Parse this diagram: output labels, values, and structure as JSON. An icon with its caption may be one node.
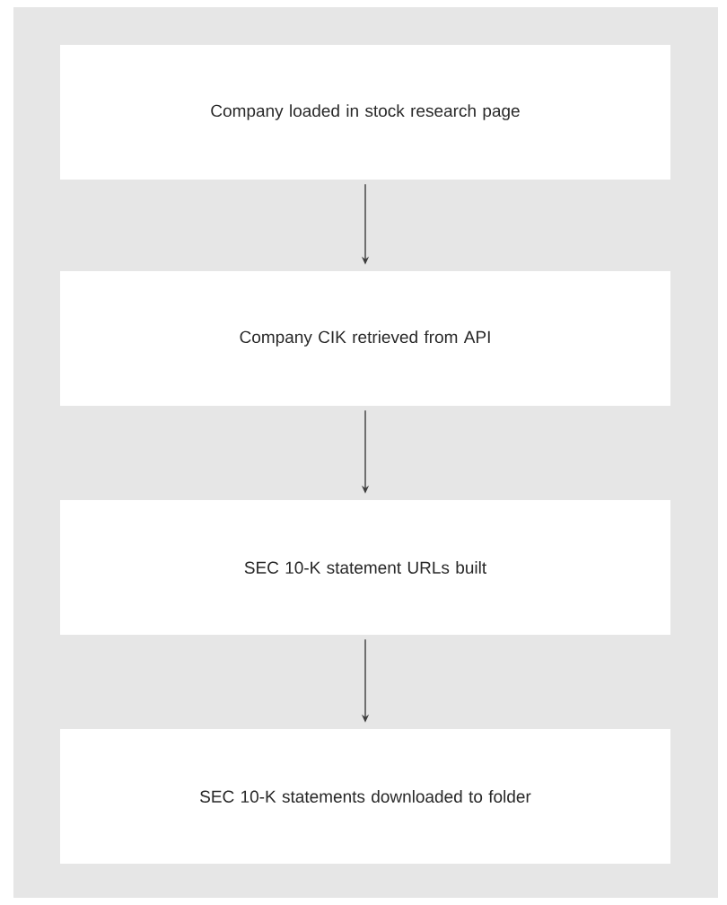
{
  "diagram": {
    "nodes": [
      {
        "text": [
          "Company loaded in stock research page"
        ]
      },
      {
        "text": [
          "Company CIK retrieved from API"
        ]
      },
      {
        "text": [
          "SEC 10-K statement URLs built"
        ]
      },
      {
        "text": [
          "SEC 10-K statements downloaded to folder"
        ]
      }
    ],
    "edges": [
      {
        "from": 0,
        "to": 1,
        "arrow": "to"
      },
      {
        "from": 1,
        "to": 2,
        "arrow": "to"
      },
      {
        "from": 2,
        "to": 3,
        "arrow": "to"
      }
    ]
  }
}
